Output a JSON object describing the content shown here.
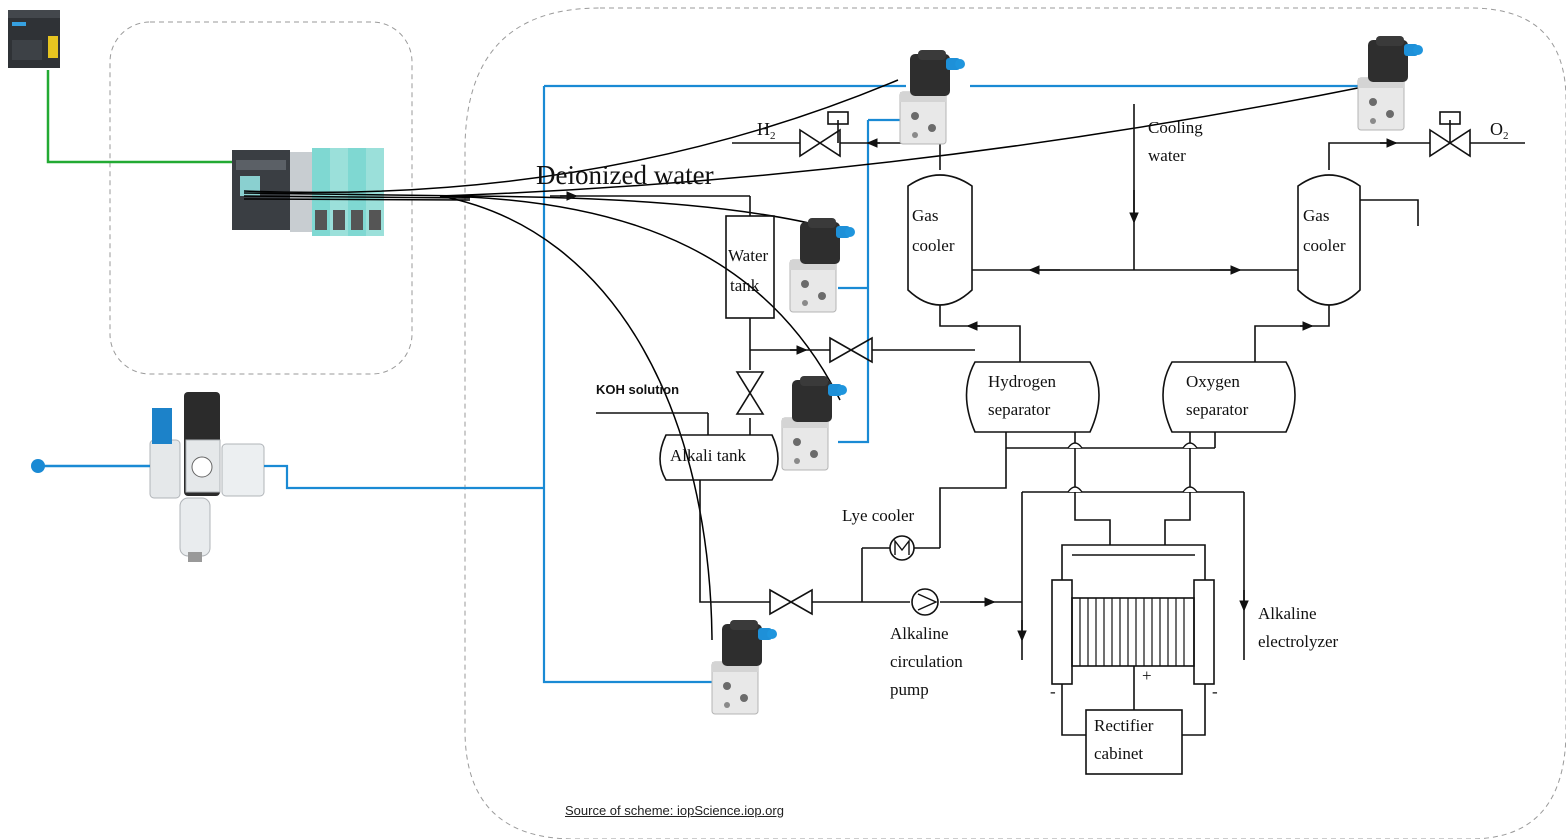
{
  "labels": {
    "h2": "H",
    "h2_sub": "2",
    "o2": "O",
    "o2_sub": "2",
    "deionized_water": "Deionized water",
    "cooling_water_1": "Cooling",
    "cooling_water_2": "water",
    "gas_cooler_h_1": "Gas",
    "gas_cooler_h_2": "cooler",
    "gas_cooler_o_1": "Gas",
    "gas_cooler_o_2": "cooler",
    "water_tank_1": "Water",
    "water_tank_2": "tank",
    "koh_solution": "KOH solution",
    "alkali_tank": "Alkali tank",
    "hydrogen_separator_1": "Hydrogen",
    "hydrogen_separator_2": "separator",
    "oxygen_separator_1": "Oxygen",
    "oxygen_separator_2": "separator",
    "lye_cooler": "Lye cooler",
    "pump_1": "Alkaline",
    "pump_2": "circulation",
    "pump_3": "pump",
    "electrolyzer_1": "Alkaline",
    "electrolyzer_2": "electrolyzer",
    "rectifier_1": "Rectifier",
    "rectifier_2": "cabinet",
    "minus_left": "-",
    "plus": "+",
    "minus_right": "-"
  },
  "source_note": "Source of scheme: iopScience.iop.org",
  "colors": {
    "pneumatic_line": "#1a8ad4",
    "network_line": "#22aa33",
    "valve_body": "#e6e6e6",
    "coil": "#2c2c2c",
    "connector": "#1e90d8"
  },
  "icons": [
    "plc-cpu-icon",
    "remote-io-station-icon",
    "service-unit-icon",
    "solenoid-valve-icon"
  ]
}
